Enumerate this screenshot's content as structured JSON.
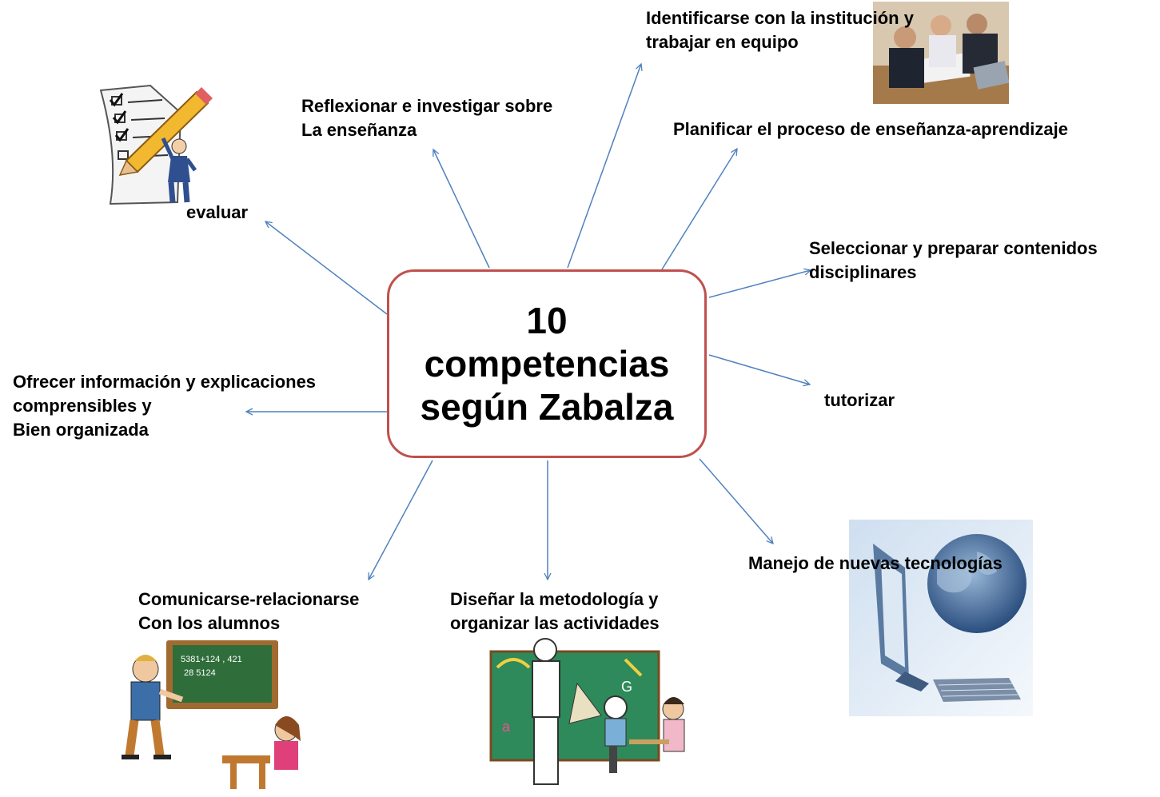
{
  "center": {
    "lines": [
      "10",
      "competencias",
      "según Zabalza"
    ]
  },
  "competencies": {
    "institucion": [
      "Identificarse con la institución y",
      "trabajar en equipo"
    ],
    "reflexionar": [
      "Reflexionar e investigar sobre",
      "La enseñanza"
    ],
    "planificar": [
      "Planificar el proceso de enseñanza-aprendizaje"
    ],
    "seleccionar": [
      "Seleccionar y preparar contenidos",
      "disciplinares"
    ],
    "tutorizar": [
      "tutorizar"
    ],
    "tecnologias": [
      "Manejo de nuevas tecnologías"
    ],
    "metodologia": [
      "Diseñar la metodología  y",
      "organizar las actividades"
    ],
    "comunicarse": [
      "Comunicarse-relacionarse",
      "Con los alumnos"
    ],
    "ofrecer": [
      "Ofrecer información y explicaciones",
      "comprensibles y",
      "Bien organizada"
    ],
    "evaluar": [
      "evaluar"
    ]
  },
  "chalkboard": {
    "line1": "5381+124 , 421",
    "line2": "28          5124"
  },
  "colors": {
    "arrow": "#4f81bd",
    "box_border": "#c0504d"
  },
  "icons": [
    "checklist-pencil-illustration",
    "team-meeting-photo",
    "globe-computer-illustration",
    "teacher-chalkboard-illustration",
    "classroom-illustration"
  ]
}
